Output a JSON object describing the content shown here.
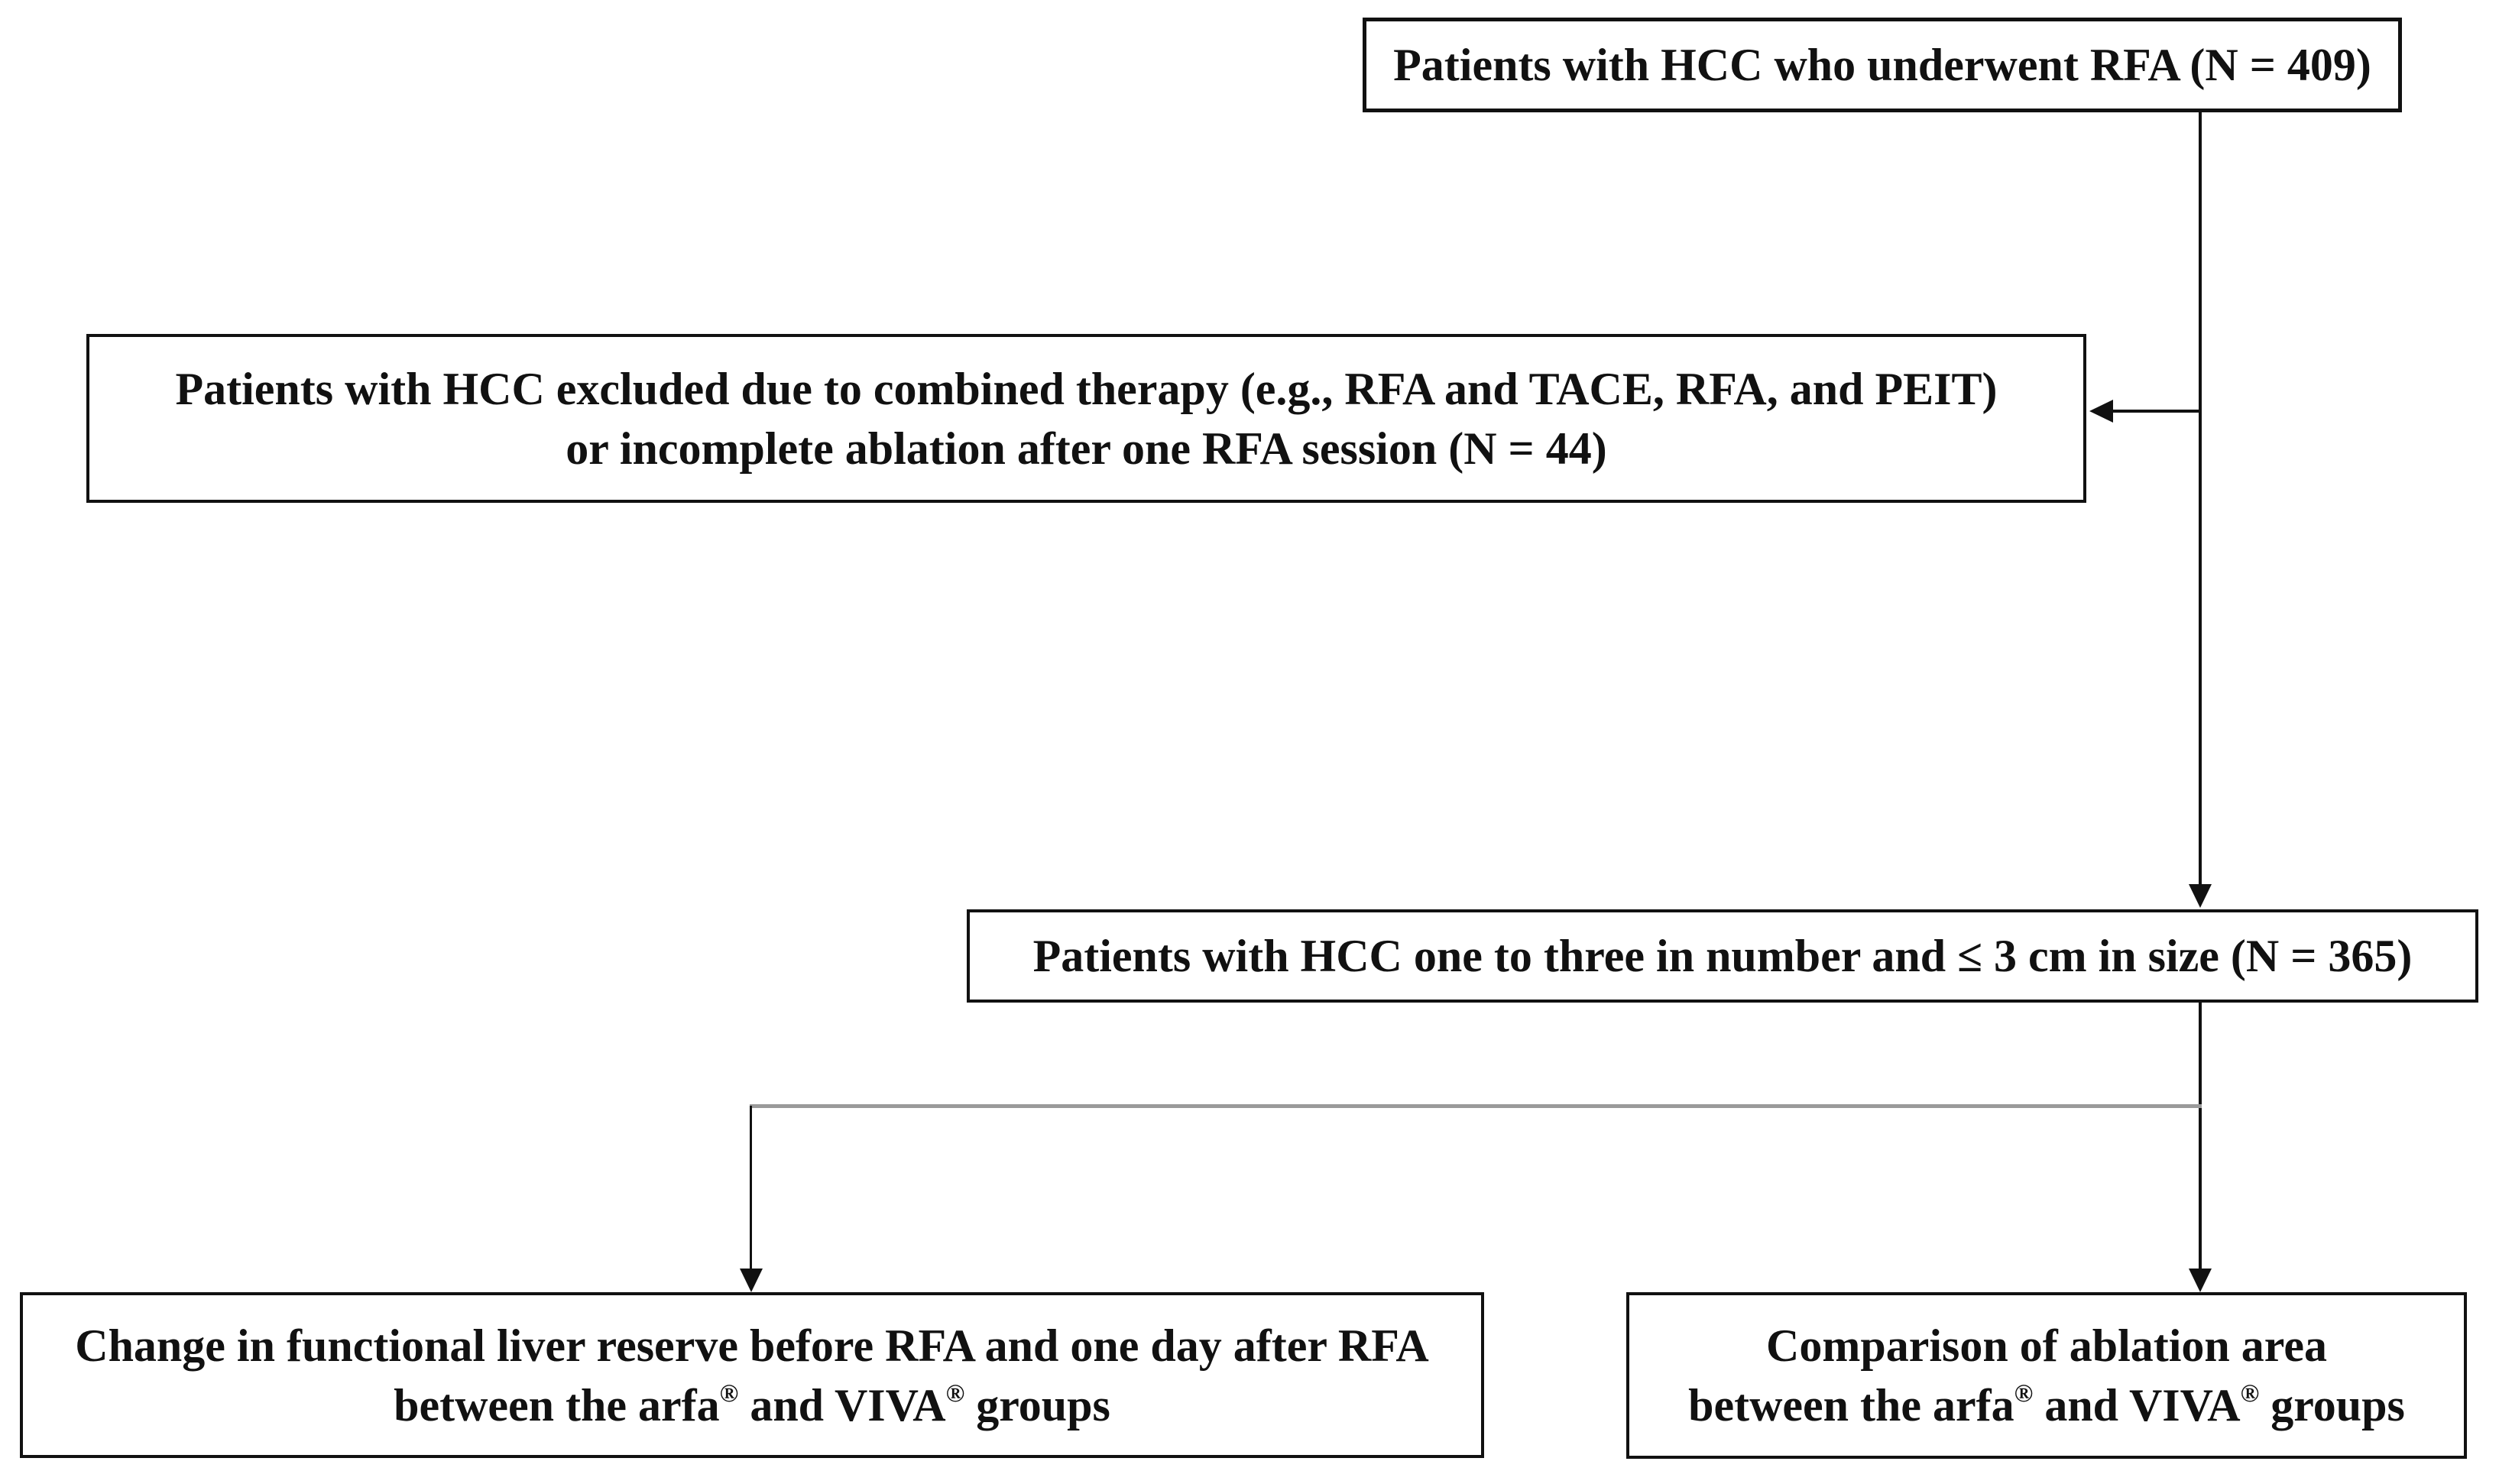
{
  "diagram": {
    "kind": "patient-flow-chart",
    "colors": {
      "background": "#ffffff",
      "box_border": "#111111",
      "text": "#111111",
      "connector": "#111111",
      "split_line": "#9a9a9a"
    },
    "nodes": {
      "top": {
        "text": "Patients with HCC who underwent RFA (N = 409)"
      },
      "excluded": {
        "line1": "Patients with HCC excluded due to combined therapy (e.g., RFA and TACE, RFA, and PEIT)",
        "line2": "or incomplete ablation after one RFA session (N = 44)"
      },
      "eligible": {
        "text": "Patients with HCC one to three in number and ≤ 3 cm in size (N = 365)"
      },
      "outcome_liver": {
        "line1": "Change in functional liver reserve before RFA and one day after RFA",
        "line2_parts": {
          "a": "between the arfa",
          "reg1": "®",
          "b": " and VIVA",
          "reg2": "®",
          "c": " groups"
        }
      },
      "outcome_ablation": {
        "line1": "Comparison of ablation area",
        "line2_parts": {
          "a": "between the arfa",
          "reg1": "®",
          "b": " and VIVA",
          "reg2": "®",
          "c": " groups"
        }
      }
    }
  }
}
